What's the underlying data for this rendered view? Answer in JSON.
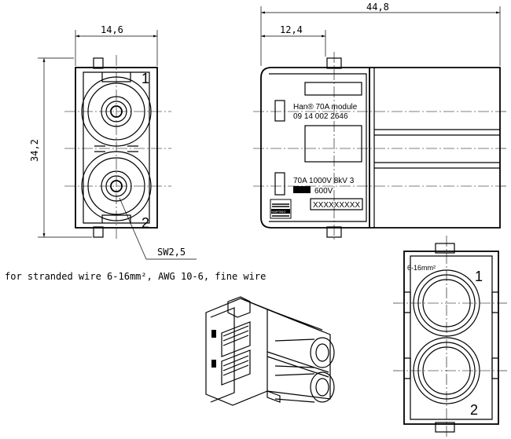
{
  "dimensions": {
    "width_front": "14,6",
    "height_front": "34,2",
    "total_length": "44,8",
    "offset_length": "12,4",
    "wrench_size": "SW2,5"
  },
  "contacts": {
    "top_number": "1",
    "bottom_number": "2"
  },
  "side_labels": {
    "module_name": "Han® 70A module",
    "part_number": "09 14 002 2646",
    "rating_line1": "70A 1000V 8kV 3",
    "rating_line2": "600V",
    "serial": "XXXXXXXXX",
    "brand": "HARTING"
  },
  "note": "for stranded wire 6-16mm², AWG 10-6, fine wire",
  "back_view": {
    "wire_size": "6-16mm²",
    "top_number": "1",
    "bottom_number": "2"
  }
}
